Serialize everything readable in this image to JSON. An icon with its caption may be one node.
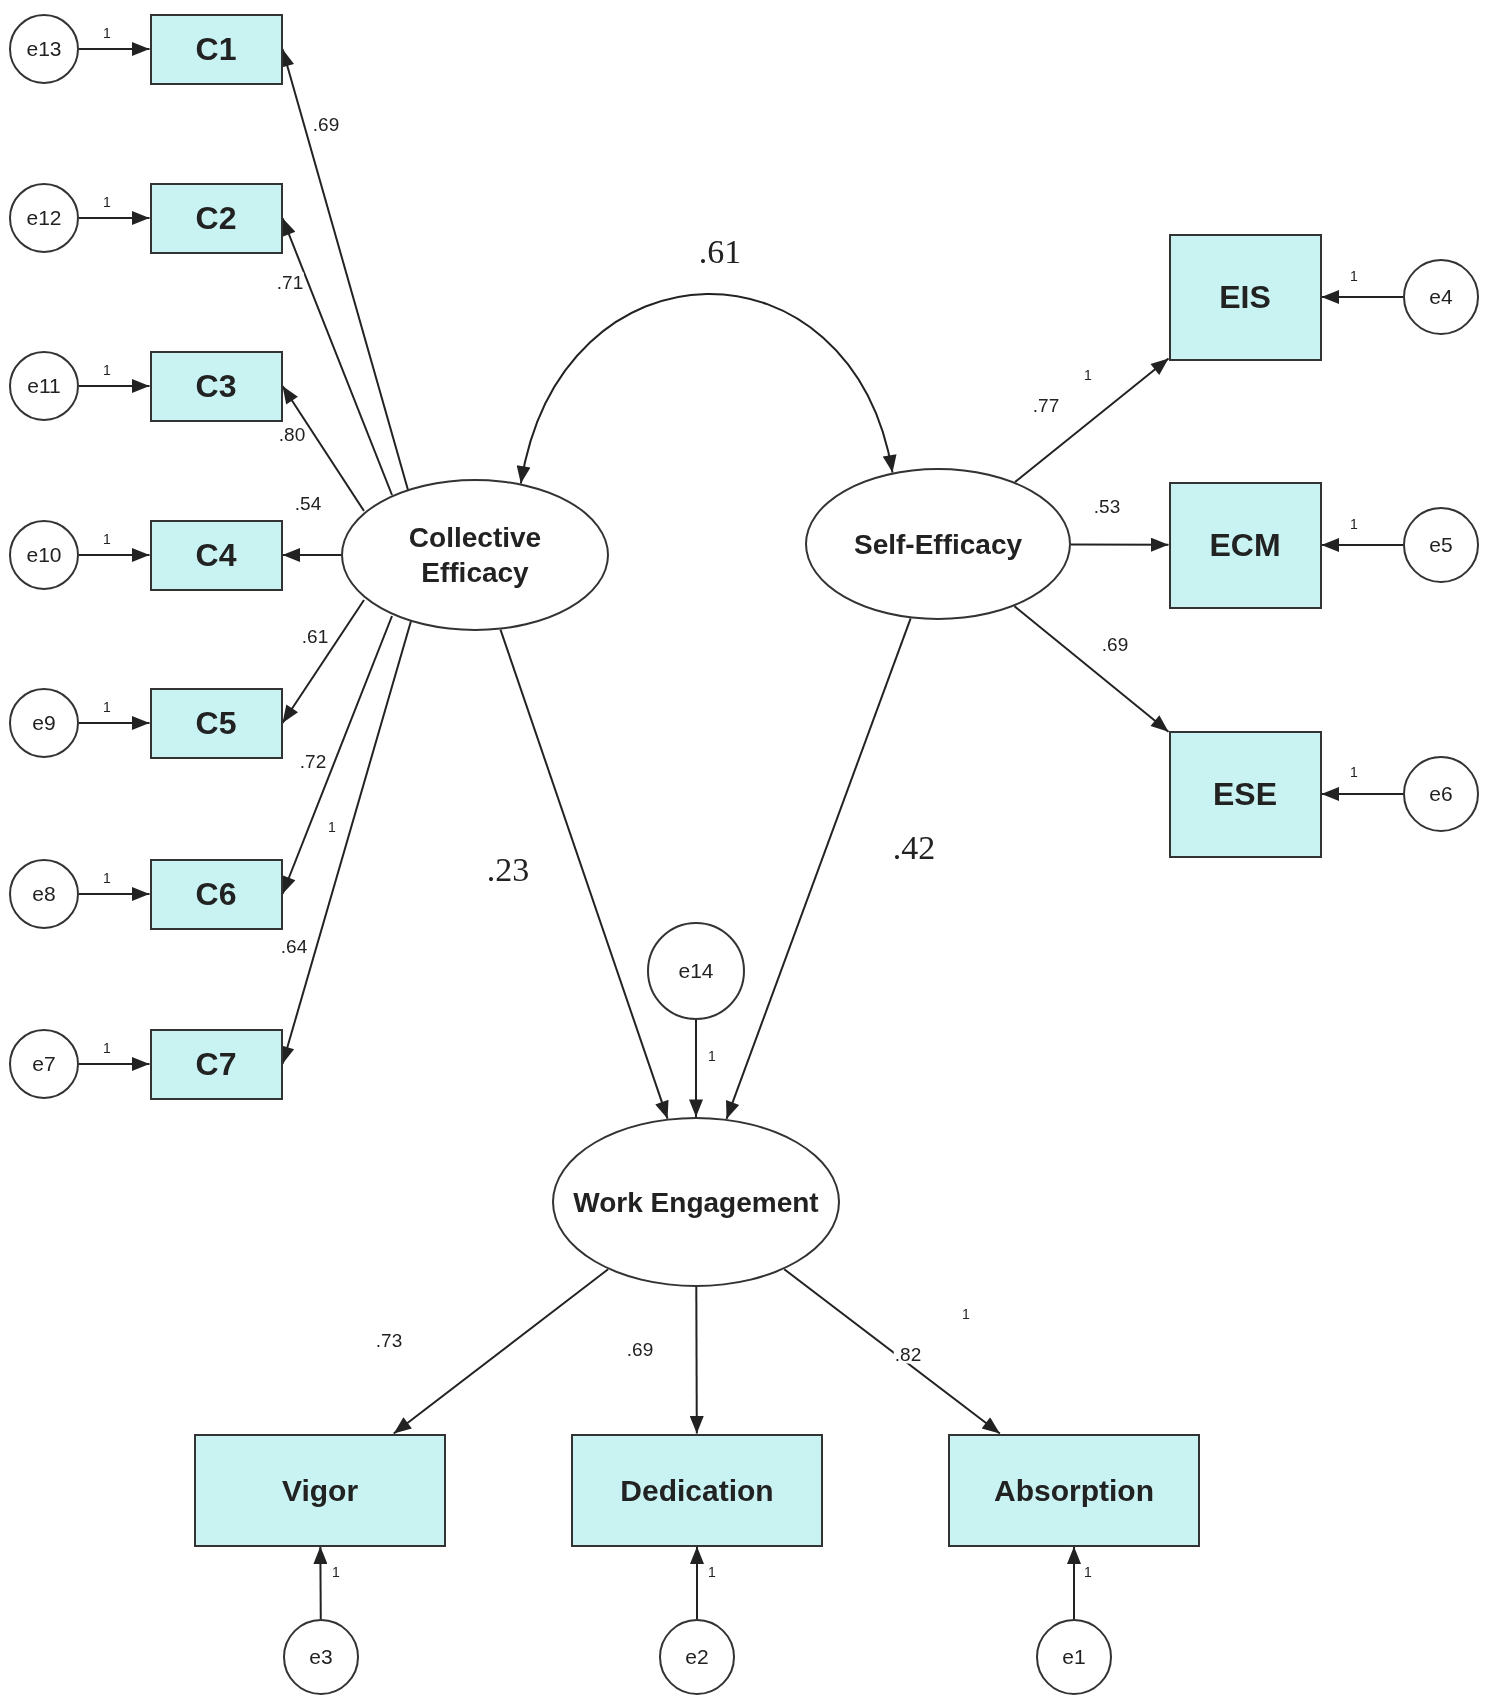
{
  "diagram": {
    "nodes": [
      {
        "text": [
          "e13"
        ]
      },
      {
        "text": [
          "C1"
        ]
      },
      {
        "text": [
          "e12"
        ]
      },
      {
        "text": [
          "C2"
        ]
      },
      {
        "text": [
          "e11"
        ]
      },
      {
        "text": [
          "C3"
        ]
      },
      {
        "text": [
          "e10"
        ]
      },
      {
        "text": [
          "C4"
        ]
      },
      {
        "text": [
          "e9"
        ]
      },
      {
        "text": [
          "C5"
        ]
      },
      {
        "text": [
          "e8"
        ]
      },
      {
        "text": [
          "C6"
        ]
      },
      {
        "text": [
          "e7"
        ]
      },
      {
        "text": [
          "C7"
        ]
      },
      {
        "text": [
          "Collective Efficacy"
        ]
      },
      {
        "text": [
          "Self-Efficacy"
        ]
      },
      {
        "text": [
          "EIS"
        ]
      },
      {
        "text": [
          "e4"
        ]
      },
      {
        "text": [
          "ECM"
        ]
      },
      {
        "text": [
          "e5"
        ]
      },
      {
        "text": [
          "ESE"
        ]
      },
      {
        "text": [
          "e6"
        ]
      },
      {
        "text": [
          "e14"
        ]
      },
      {
        "text": [
          "Work Engagement"
        ]
      },
      {
        "text": [
          "Vigor"
        ]
      },
      {
        "text": [
          "Dedication"
        ]
      },
      {
        "text": [
          "Absorption"
        ]
      },
      {
        "text": [
          "e3"
        ]
      },
      {
        "text": [
          "e2"
        ]
      },
      {
        "text": [
          "e1"
        ]
      }
    ],
    "edges": [
      {
        "from": 0,
        "to": 1,
        "arrow": "to",
        "label": "1"
      },
      {
        "from": 2,
        "to": 3,
        "arrow": "to",
        "label": "1"
      },
      {
        "from": 4,
        "to": 5,
        "arrow": "to",
        "label": "1"
      },
      {
        "from": 6,
        "to": 7,
        "arrow": "to",
        "label": "1"
      },
      {
        "from": 8,
        "to": 9,
        "arrow": "to",
        "label": "1"
      },
      {
        "from": 10,
        "to": 11,
        "arrow": "to",
        "label": "1"
      },
      {
        "from": 12,
        "to": 13,
        "arrow": "to",
        "label": "1"
      },
      {
        "from": 14,
        "to": 1,
        "arrow": "to",
        "label": ".69"
      },
      {
        "from": 14,
        "to": 3,
        "arrow": "to",
        "label": ".71"
      },
      {
        "from": 14,
        "to": 5,
        "arrow": "to",
        "label": ".80"
      },
      {
        "from": 14,
        "to": 7,
        "arrow": "to",
        "label": ".54"
      },
      {
        "from": 14,
        "to": 9,
        "arrow": "to",
        "label": ".61"
      },
      {
        "from": 14,
        "to": 11,
        "arrow": "to",
        "label": ".72"
      },
      {
        "from": 14,
        "to": 13,
        "arrow": "to",
        "label": ".64"
      },
      {
        "from": 14,
        "to": 15,
        "arrow": "both",
        "label": ".61"
      },
      {
        "from": 14,
        "to": 23,
        "arrow": "to",
        "label": ".23"
      },
      {
        "from": 15,
        "to": 23,
        "arrow": "to",
        "label": ".42"
      },
      {
        "from": 22,
        "to": 23,
        "arrow": "to",
        "label": "1"
      },
      {
        "from": 15,
        "to": 16,
        "arrow": "to",
        "label": ".77"
      },
      {
        "from": 15,
        "to": 18,
        "arrow": "to",
        "label": ".53"
      },
      {
        "from": 15,
        "to": 20,
        "arrow": "to",
        "label": ".69"
      },
      {
        "from": 17,
        "to": 16,
        "arrow": "to",
        "label": "1"
      },
      {
        "from": 19,
        "to": 18,
        "arrow": "to",
        "label": "1"
      },
      {
        "from": 21,
        "to": 20,
        "arrow": "to",
        "label": "1"
      },
      {
        "from": 23,
        "to": 24,
        "arrow": "to",
        "label": ".73"
      },
      {
        "from": 23,
        "to": 25,
        "arrow": "to",
        "label": ".69"
      },
      {
        "from": 23,
        "to": 26,
        "arrow": "to",
        "label": ".82"
      },
      {
        "from": 27,
        "to": 24,
        "arrow": "to",
        "label": "1"
      },
      {
        "from": 28,
        "to": 25,
        "arrow": "to",
        "label": "1"
      },
      {
        "from": 29,
        "to": 26,
        "arrow": "to",
        "label": "1"
      }
    ],
    "labels": [
      "1",
      "1",
      "1"
    ]
  }
}
